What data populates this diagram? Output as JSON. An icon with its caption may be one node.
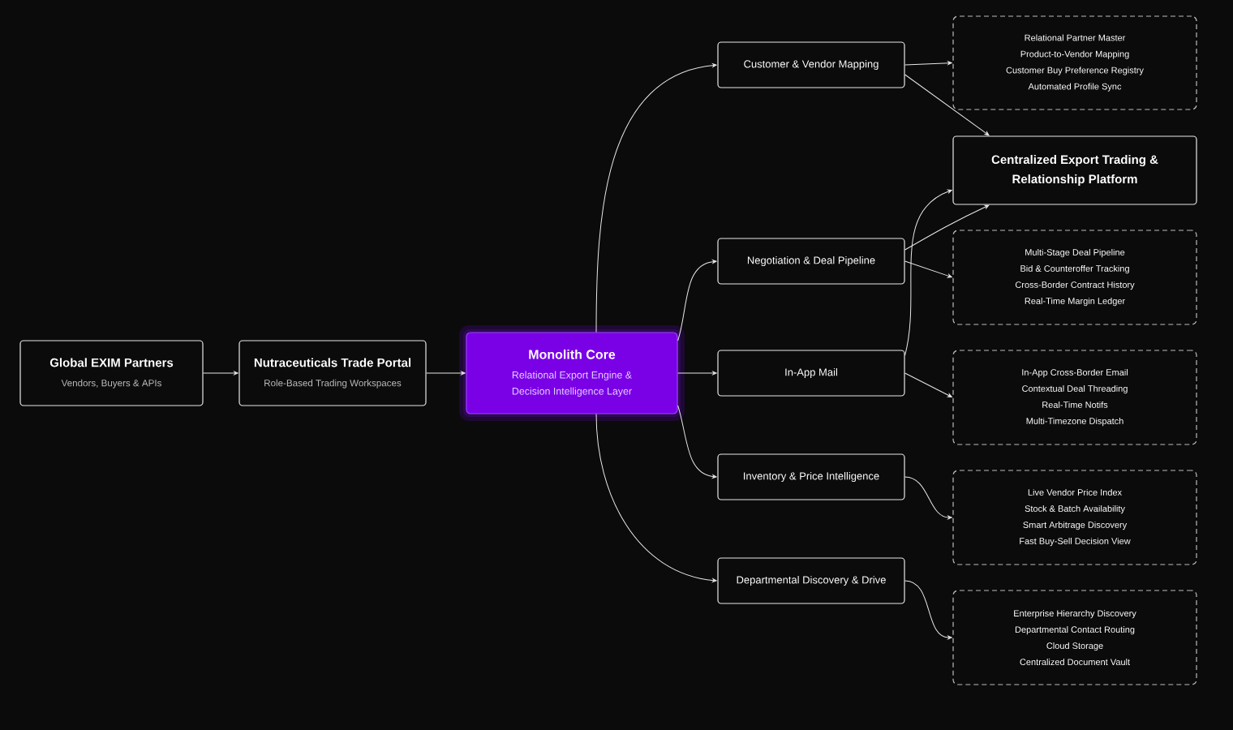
{
  "diagram": {
    "nodes": [
      {
        "text": [
          "Global EXIM Partners",
          "Vendors, Buyers & APIs"
        ]
      },
      {
        "text": [
          "Nutraceuticals Trade Portal",
          "Role-Based Trading Workspaces"
        ]
      },
      {
        "text": [
          "Monolith Core",
          "Relational Export Engine & Decision Intelligence Layer"
        ]
      },
      {
        "text": [
          "Customer & Vendor Mapping"
        ]
      },
      {
        "text": [
          "Negotiation & Deal Pipeline"
        ]
      },
      {
        "text": [
          "In-App Mail"
        ]
      },
      {
        "text": [
          "Inventory & Price Intelligence"
        ]
      },
      {
        "text": [
          "Departmental Discovery & Drive"
        ]
      },
      {
        "text": [
          "Relational Partner Master",
          "Product-to-Vendor Mapping",
          "Customer Buy Preference Registry",
          "Automated Profile Sync"
        ]
      },
      {
        "text": [
          "Centralized Export Trading & Relationship Platform"
        ]
      },
      {
        "text": [
          "Multi-Stage Deal Pipeline",
          "Bid & Counteroffer Tracking",
          "Cross-Border Contract History",
          "Real-Time Margin Ledger"
        ]
      },
      {
        "text": [
          "In-App Cross-Border Email",
          "Contextual Deal Threading",
          "Real-Time Notifs",
          "Multi-Timezone Dispatch"
        ]
      },
      {
        "text": [
          "Live Vendor Price Index",
          "Stock & Batch Availability",
          "Smart Arbitrage Discovery",
          "Fast Buy-Sell Decision View"
        ]
      },
      {
        "text": [
          "Enterprise Hierarchy Discovery",
          "Departmental Contact Routing",
          "Cloud Storage",
          "Centralized Document Vault"
        ]
      }
    ],
    "edges": [
      {
        "from": 0,
        "to": 1,
        "arrow": "to"
      },
      {
        "from": 1,
        "to": 2,
        "arrow": "to"
      },
      {
        "from": 2,
        "to": 3,
        "arrow": "to"
      },
      {
        "from": 2,
        "to": 4,
        "arrow": "to"
      },
      {
        "from": 2,
        "to": 5,
        "arrow": "to"
      },
      {
        "from": 2,
        "to": 6,
        "arrow": "to"
      },
      {
        "from": 2,
        "to": 7,
        "arrow": "to"
      },
      {
        "from": 3,
        "to": 8,
        "arrow": "to"
      },
      {
        "from": 3,
        "to": 9,
        "arrow": "to"
      },
      {
        "from": 4,
        "to": 9,
        "arrow": "to"
      },
      {
        "from": 4,
        "to": 10,
        "arrow": "to"
      },
      {
        "from": 5,
        "to": 9,
        "arrow": "to"
      },
      {
        "from": 5,
        "to": 11,
        "arrow": "to"
      },
      {
        "from": 6,
        "to": 12,
        "arrow": "to"
      },
      {
        "from": 7,
        "to": 13,
        "arrow": "to"
      }
    ]
  }
}
